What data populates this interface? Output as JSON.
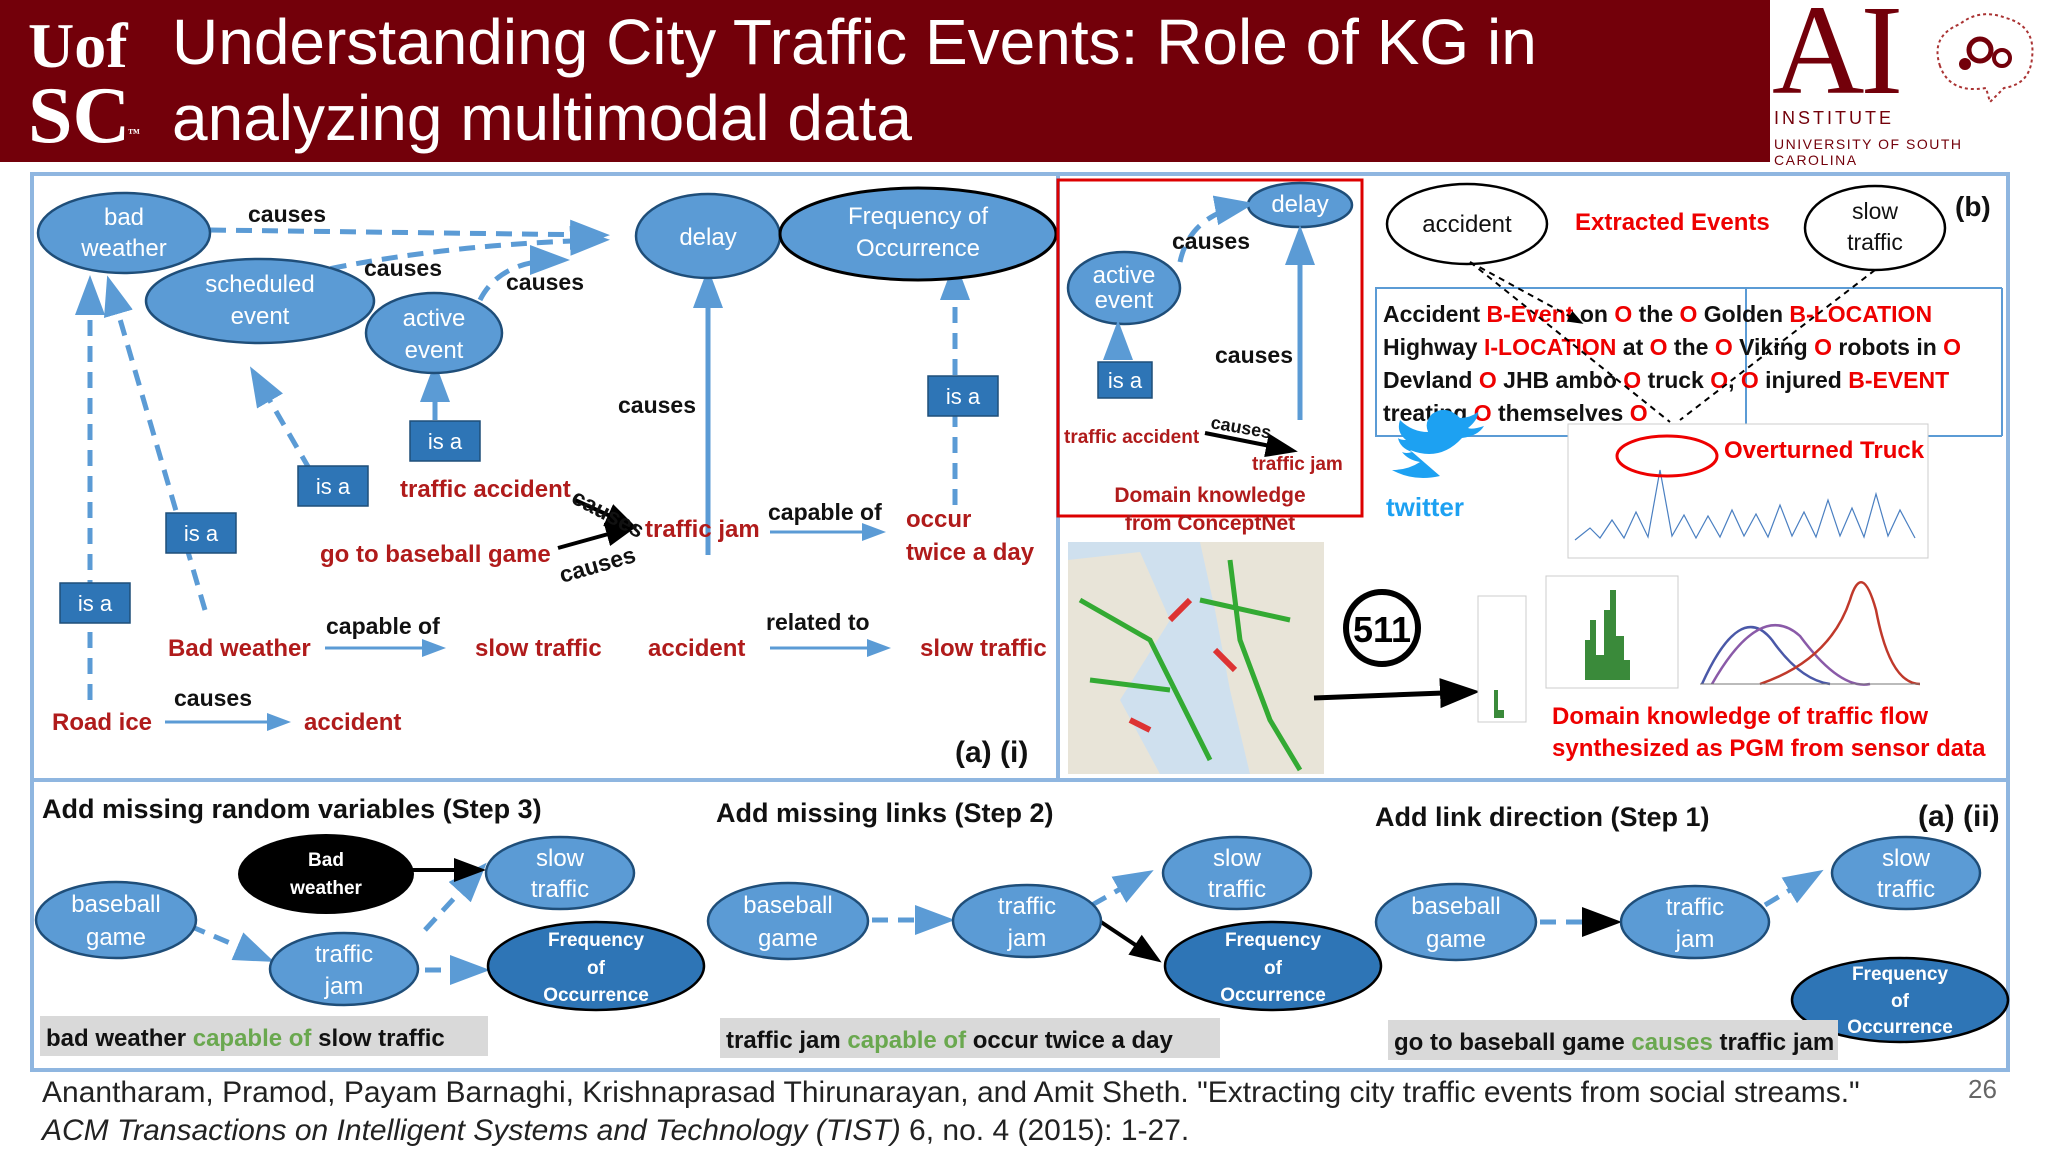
{
  "header": {
    "logo_left": {
      "line1": "Uof",
      "line2": "SC",
      "tm": "™"
    },
    "title": "Understanding City Traffic Events: Role of KG in analyzing multimodal data",
    "logo_right": {
      "big": "AI",
      "institute": "INSTITUTE",
      "university": "UNIVERSITY OF SOUTH CAROLINA"
    }
  },
  "panel_a_i": {
    "nodes": {
      "bad_weather": [
        "bad",
        "weather"
      ],
      "scheduled_event": [
        "scheduled",
        "event"
      ],
      "active_event": [
        "active",
        "event"
      ],
      "delay": "delay",
      "frequency": [
        "Frequency of",
        "Occurrence"
      ]
    },
    "edge_causes": "causes",
    "is_a": "is a",
    "entities": {
      "traffic_accident": "traffic accident",
      "go_to_baseball": "go to baseball game",
      "traffic_jam": "traffic jam",
      "occur_twice": [
        "occur",
        "twice a day"
      ],
      "bad_weather2": "Bad weather",
      "slow_traffic": "slow traffic",
      "accident": "accident",
      "road_ice": "Road ice"
    },
    "relations": {
      "capable_of": "capable of",
      "related_to": "related to",
      "causes": "causes"
    },
    "label": "(a) (i)"
  },
  "conceptnet": {
    "delay": "delay",
    "active_event": [
      "active",
      "event"
    ],
    "causes": "causes",
    "is_a": "is a",
    "traffic_accident": "traffic accident",
    "traffic_jam": "traffic jam",
    "caption": [
      "Domain knowledge",
      "from ConceptNet"
    ]
  },
  "panel_b": {
    "accident": "accident",
    "slow_traffic": [
      "slow",
      "traffic"
    ],
    "extracted": "Extracted Events",
    "label": "(b)",
    "tweet_lines": [
      [
        [
          "Accident ",
          "k"
        ],
        [
          "B-Event",
          "r"
        ],
        [
          " on ",
          "k"
        ],
        [
          "O",
          "r"
        ],
        [
          " the ",
          "k"
        ],
        [
          "O",
          "r"
        ],
        [
          " Golden ",
          "k"
        ],
        [
          "B-LOCATION",
          "r"
        ]
      ],
      [
        [
          "Highway ",
          "k"
        ],
        [
          "I-LOCATION",
          "r"
        ],
        [
          " at ",
          "k"
        ],
        [
          "O",
          "r"
        ],
        [
          " the ",
          "k"
        ],
        [
          "O",
          "r"
        ],
        [
          " Viking ",
          "k"
        ],
        [
          "O",
          "r"
        ],
        [
          " robots in ",
          "k"
        ],
        [
          "O",
          "r"
        ]
      ],
      [
        [
          "Devland ",
          "k"
        ],
        [
          "O",
          "r"
        ],
        [
          " JHB ambo ",
          "k"
        ],
        [
          "O",
          "r"
        ],
        [
          " truck ",
          "k"
        ],
        [
          "O",
          "r"
        ],
        [
          ", ",
          "k"
        ],
        [
          "O",
          "r"
        ],
        [
          " injured ",
          "k"
        ],
        [
          "B-EVENT",
          "r"
        ]
      ],
      [
        [
          "treating ",
          "k"
        ],
        [
          "O",
          "r"
        ],
        [
          " themselves ",
          "k"
        ],
        [
          "O",
          "r"
        ]
      ]
    ],
    "twitter": "twitter",
    "overturned": "Overturned Truck",
    "sensor_badge": "511",
    "pgm_caption": [
      "Domain knowledge of traffic flow",
      "synthesized as PGM from sensor data"
    ]
  },
  "panel_a_ii": {
    "label": "(a) (ii)",
    "step3": {
      "title": "Add missing random variables (Step 3)",
      "nodes": {
        "baseball": [
          "baseball",
          "game"
        ],
        "bad_weather": [
          "Bad",
          "weather"
        ],
        "slow": [
          "slow",
          "traffic"
        ],
        "jam": [
          "traffic",
          "jam"
        ],
        "freq": [
          "Frequency",
          "of",
          "Occurrence"
        ]
      },
      "caption": [
        [
          "bad weather ",
          "k"
        ],
        [
          "capable of",
          "g"
        ],
        [
          " slow traffic",
          "k"
        ]
      ]
    },
    "step2": {
      "title": "Add missing links (Step 2)",
      "nodes": {
        "baseball": [
          "baseball",
          "game"
        ],
        "jam": [
          "traffic",
          "jam"
        ],
        "slow": [
          "slow",
          "traffic"
        ],
        "freq": [
          "Frequency",
          "of",
          "Occurrence"
        ]
      },
      "caption": [
        [
          "traffic jam ",
          "k"
        ],
        [
          "capable of",
          "g"
        ],
        [
          " occur twice a day",
          "k"
        ]
      ]
    },
    "step1": {
      "title": "Add link direction (Step 1)",
      "nodes": {
        "baseball": [
          "baseball",
          "game"
        ],
        "jam": [
          "traffic",
          "jam"
        ],
        "slow": [
          "slow",
          "traffic"
        ],
        "freq": [
          "Frequency",
          "of",
          "Occurrence"
        ]
      },
      "caption": [
        [
          "go to baseball game ",
          "k"
        ],
        [
          "causes",
          "g"
        ],
        [
          " traffic jam",
          "k"
        ]
      ]
    }
  },
  "footer": {
    "citation_a": "Anantharam, Pramod, Payam Barnaghi, Krishnaprasad Thirunarayan, and Amit Sheth. \"Extracting city traffic events from social streams.\" ",
    "citation_journal": "ACM Transactions on Intelligent Systems and Technology (TIST)",
    "citation_b": " 6, no. 4 (2015): 1-27.",
    "page_number": "26"
  },
  "colors": {
    "maroon": "#73000a",
    "bubble": "#5b9bd5",
    "red_text": "#b01b1b",
    "green_text": "#6aa84f"
  }
}
